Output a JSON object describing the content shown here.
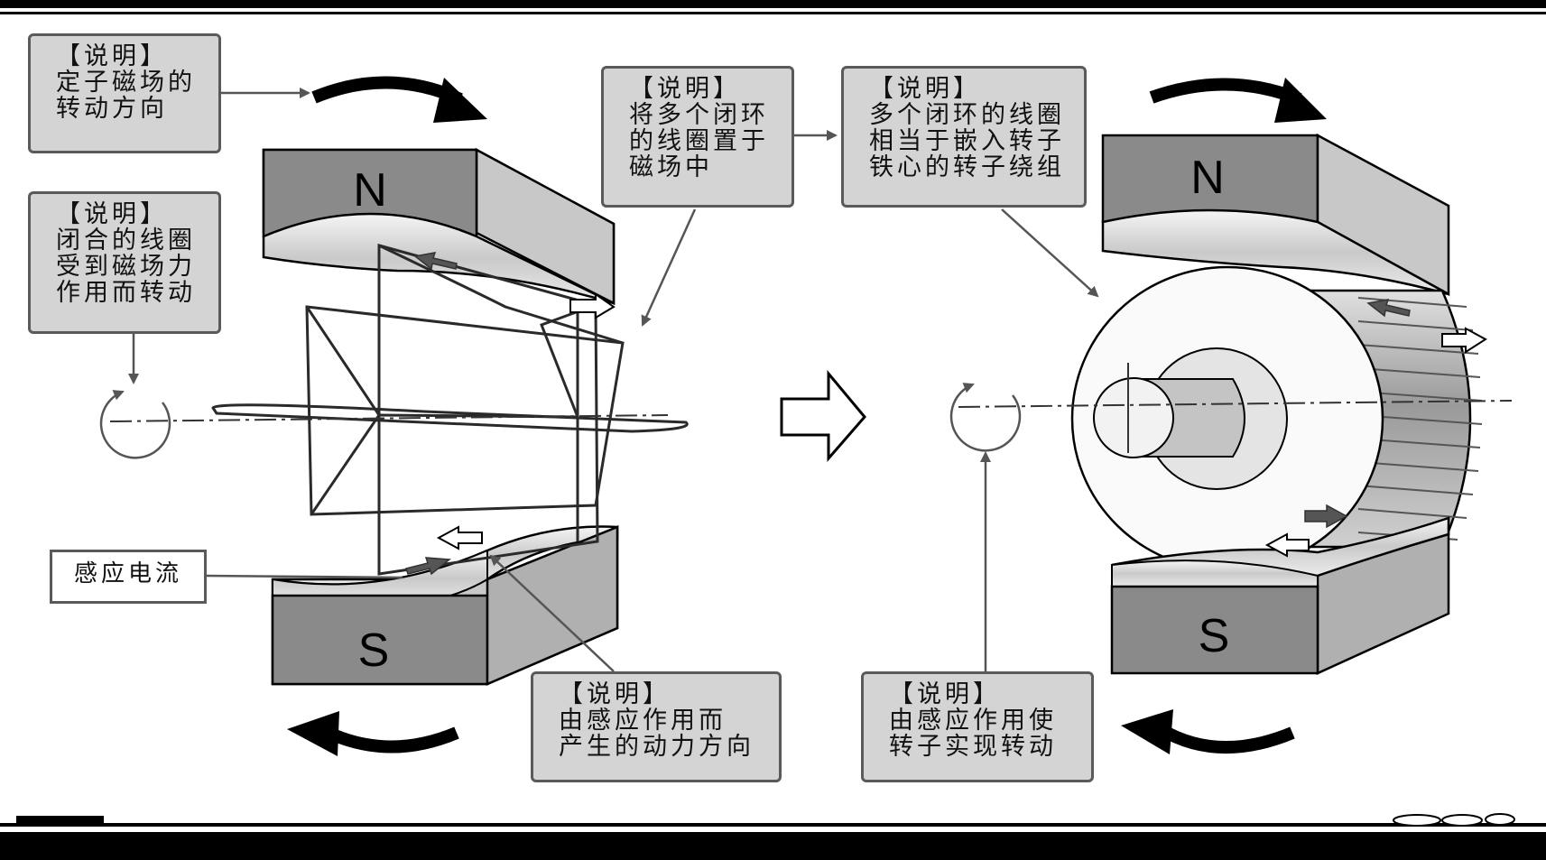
{
  "callouts": {
    "stator_rotation": {
      "head": "【说明】",
      "lines": [
        "定子磁场的",
        "转动方向"
      ]
    },
    "closed_coil": {
      "head": "【说明】",
      "lines": [
        "闭合的线圈",
        "受到磁场力",
        "作用而转动"
      ]
    },
    "coils_in_field": {
      "head": "【说明】",
      "lines": [
        "将多个闭环",
        "的线圈置于",
        "磁场中"
      ]
    },
    "rotor_winding": {
      "head": "【说明】",
      "lines": [
        "多个闭环的线圈",
        "相当于嵌入转子",
        "铁心的转子绕组"
      ]
    },
    "induced_force": {
      "head": "【说明】",
      "lines": [
        "由感应作用而",
        "产生的动力方向"
      ]
    },
    "rotor_rotation": {
      "head": "【说明】",
      "lines": [
        "由感应作用使",
        "转子实现转动"
      ]
    }
  },
  "induced_current_label": "感应电流",
  "poles": {
    "left_north": "N",
    "left_south": "S",
    "right_north": "N",
    "right_south": "S"
  },
  "colors": {
    "magnet_face": "#8a8a8a",
    "magnet_side": "#b8b8b8",
    "callout_fill": "#d4d4d4",
    "callout_border": "#5a5a5a",
    "arrow_dark": "#111111",
    "current_arrow": "#5a5a5a"
  }
}
